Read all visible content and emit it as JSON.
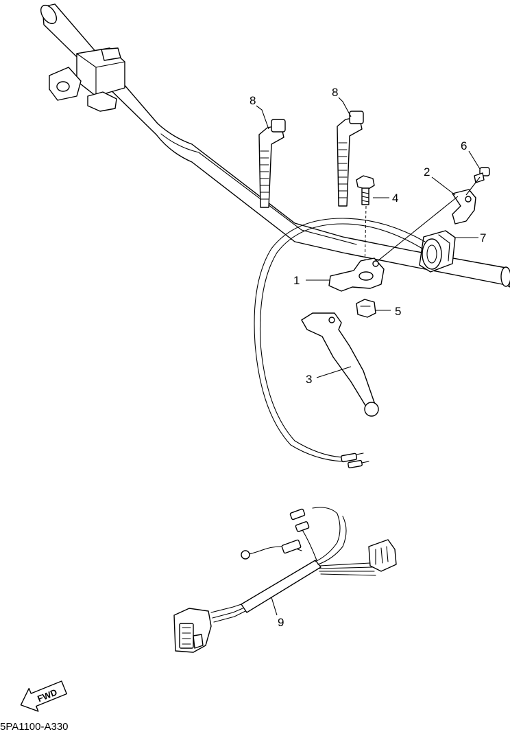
{
  "callouts": {
    "c1": "1",
    "c2": "2",
    "c3": "3",
    "c4": "4",
    "c5": "5",
    "c6": "6",
    "c7": "7",
    "c8a": "8",
    "c8b": "8",
    "c9": "9"
  },
  "fwd_label": "FWD",
  "reference_code": "5PA1100-A330"
}
